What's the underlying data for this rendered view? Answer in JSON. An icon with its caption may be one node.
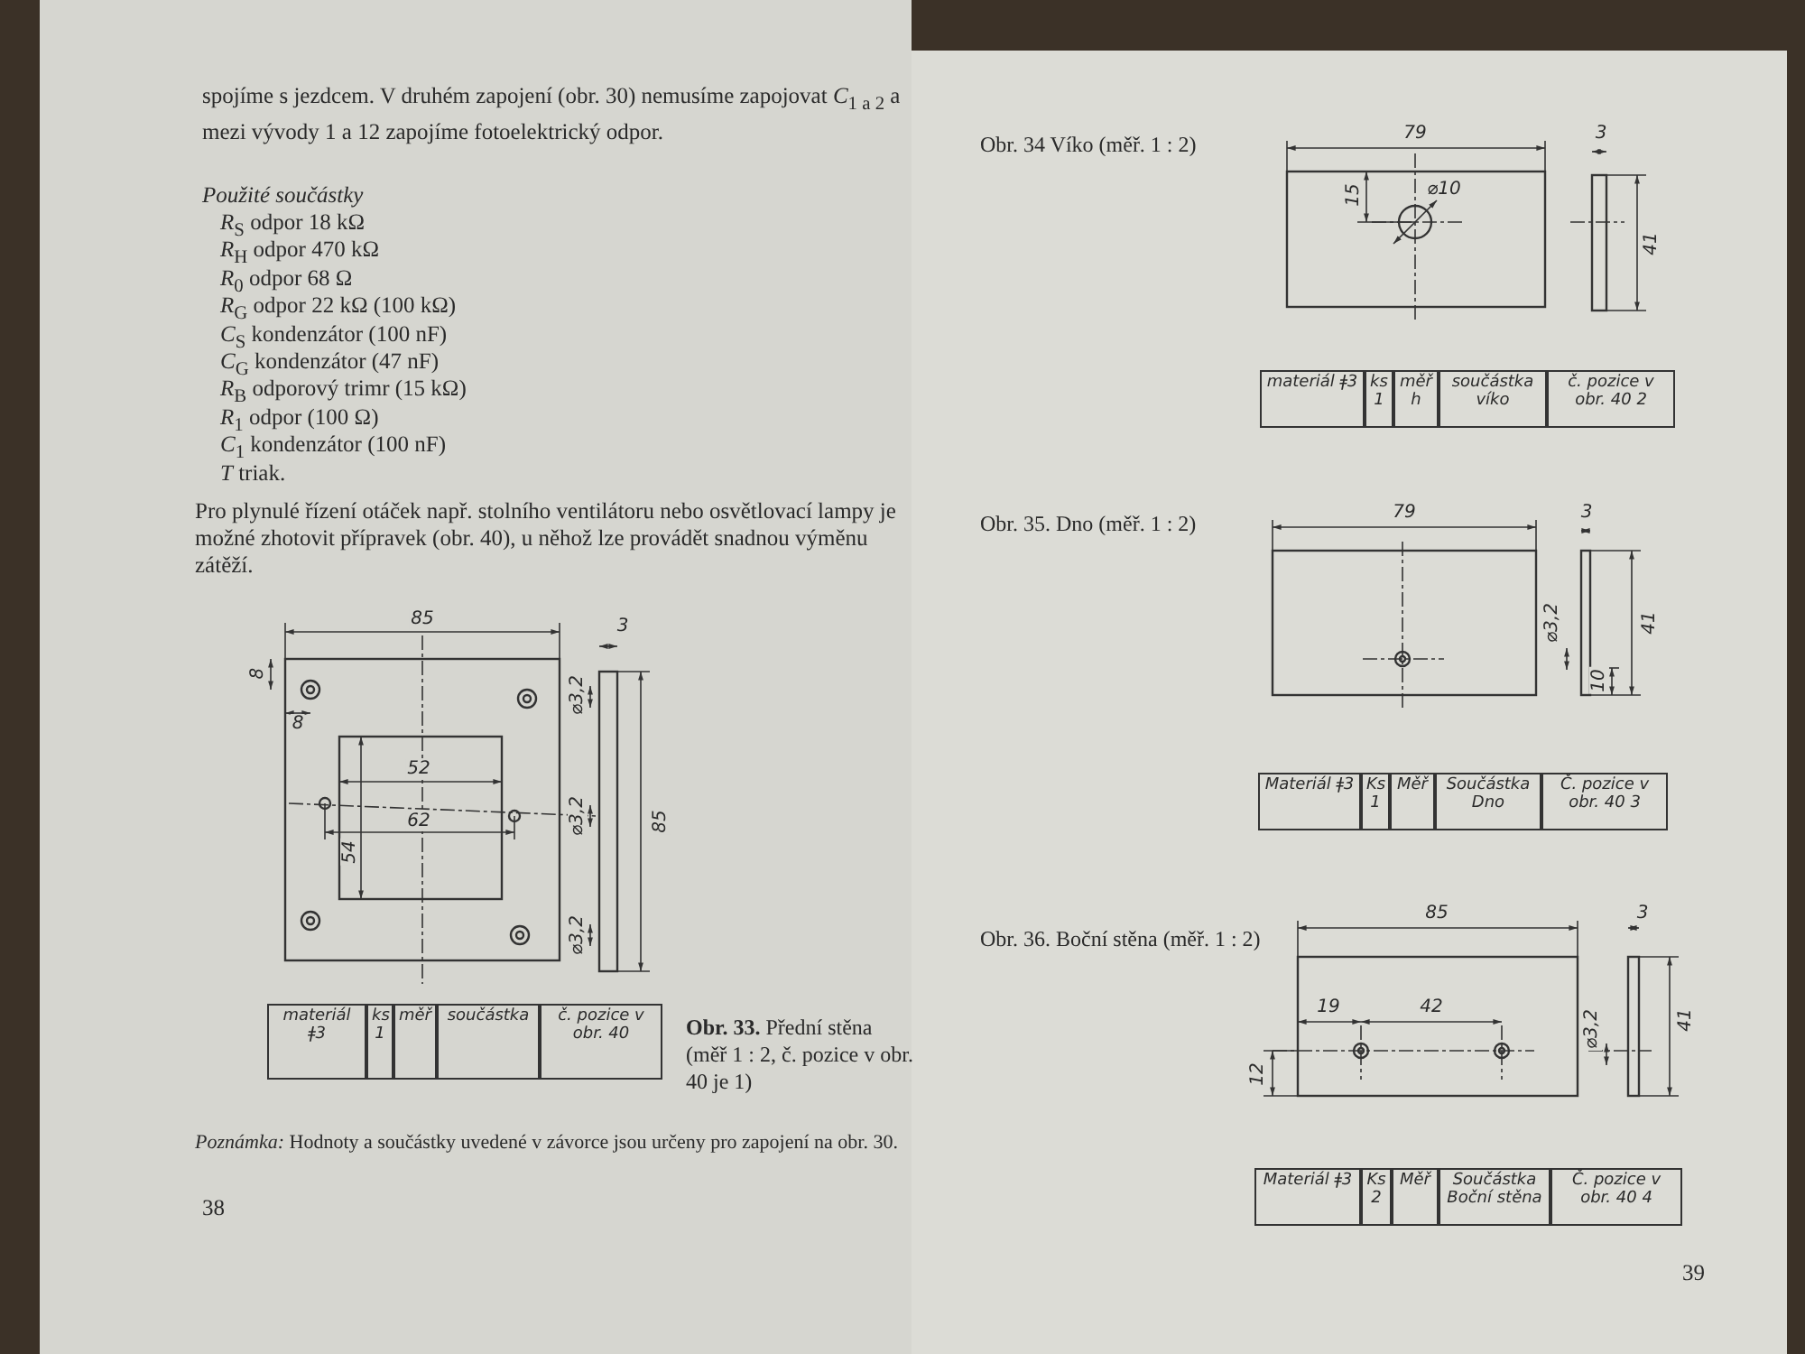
{
  "diagram": {
    "labels": [
      "spojíme s jezdcem. V druhém zapojení (obr. 30) nemusíme zapojovat *C*$_{1 a 2}$ a mezi vývody 1 a 12 zapojíme fotoelektrický odpor.",
      "Použité součástky",
      "*R*$_{S}$ odpor 18 kΩ",
      "*R*$_{H}$ odpor 470 kΩ",
      "*R*$_{0}$ odpor 68 Ω",
      "*R*$_{G}$ odpor 22 kΩ (100 kΩ)",
      "*C*$_{S}$ kondenzátor (100 nF)",
      "*C*$_{G}$ kondenzátor (47 nF)",
      "*R*$_{B}$ odporový trimr (15 kΩ)",
      "*R*$_{1}$ odpor (100 Ω)",
      "*C*$_{1}$ kondenzátor (100 nF)",
      "*T* triak.",
      "Pro plynulé řízení otáček např. stolního ventilátoru nebo osvětlovací lampy je možné zhotovit přípravek (obr. 40), u něhož lze provádět snadnou výměnu zátěží.",
      "85",
      "3",
      "8",
      "8",
      "52",
      "62",
      "54",
      "⌀3,2",
      "⌀3,2",
      "⌀3,2",
      "85",
      "materiál ǂ3",
      "ks 1",
      "měř",
      "součástka",
      "č. pozice v obr. 40",
      "**Obr. 33.** Přední stěna (měř 1 : 2, č. pozice v obr. 40 je 1)",
      "*Poznámka:* Hodnoty a součástky uvedené v závorce jsou určeny pro zapojení na obr. 30.",
      "38",
      "Obr. 34 Víko (měř. 1 : 2)",
      "79",
      "3",
      "15",
      "⌀10",
      "41",
      "materiál ǂ3",
      "ks 1",
      "měř h",
      "součástka víko",
      "č. pozice v obr. 40 2",
      "Obr. 35. Dno (měř. 1 : 2)",
      "79",
      "3",
      "⌀3,2",
      "41",
      "10",
      "Materiál ǂ3",
      "Ks 1",
      "Měř",
      "Součástka Dno",
      "Č. pozice v obr. 40 3",
      "Obr. 36. Boční stěna (měř. 1 : 2)",
      "85",
      "3",
      "19",
      "42",
      "⌀3,2",
      "41",
      "12",
      "Materiál ǂ3",
      "Ks 2",
      "Měř",
      "Součástka Boční stěna",
      "Č. pozice v obr. 40 4",
      "39"
    ]
  }
}
